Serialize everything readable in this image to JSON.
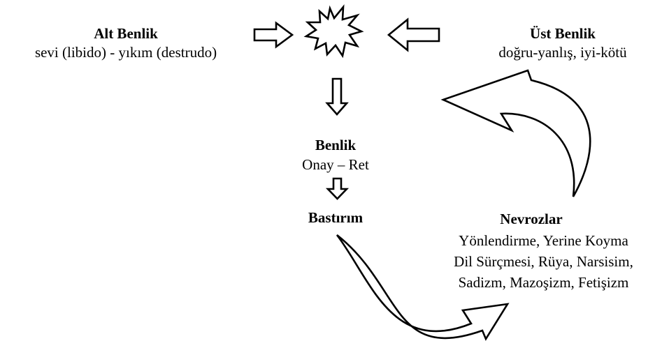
{
  "nodes": {
    "alt_benlik": {
      "title": "Alt Benlik",
      "subtitle": "sevi (libido) - yıkım (destrudo)"
    },
    "ust_benlik": {
      "title": "Üst Benlik",
      "subtitle": "doğru-yanlış, iyi-kötü"
    },
    "benlik": {
      "title": "Benlik",
      "subtitle": "Onay – Ret"
    },
    "bastirim": {
      "title": "Bastırım"
    },
    "nevrozlar": {
      "title": "Nevrozlar",
      "lines": [
        "Yönlendirme, Yerine Koyma",
        "Dil Sürçmesi, Rüya, Narsisim,",
        "Sadizm, Mazoşizm, Fetişizm"
      ]
    }
  },
  "icons": {
    "conflict": "explosion-burst-icon",
    "block_arrow": "block-arrow-icon",
    "curved_arrow": "curved-block-arrow-icon"
  },
  "colors": {
    "stroke": "#000000",
    "fill": "#ffffff"
  }
}
